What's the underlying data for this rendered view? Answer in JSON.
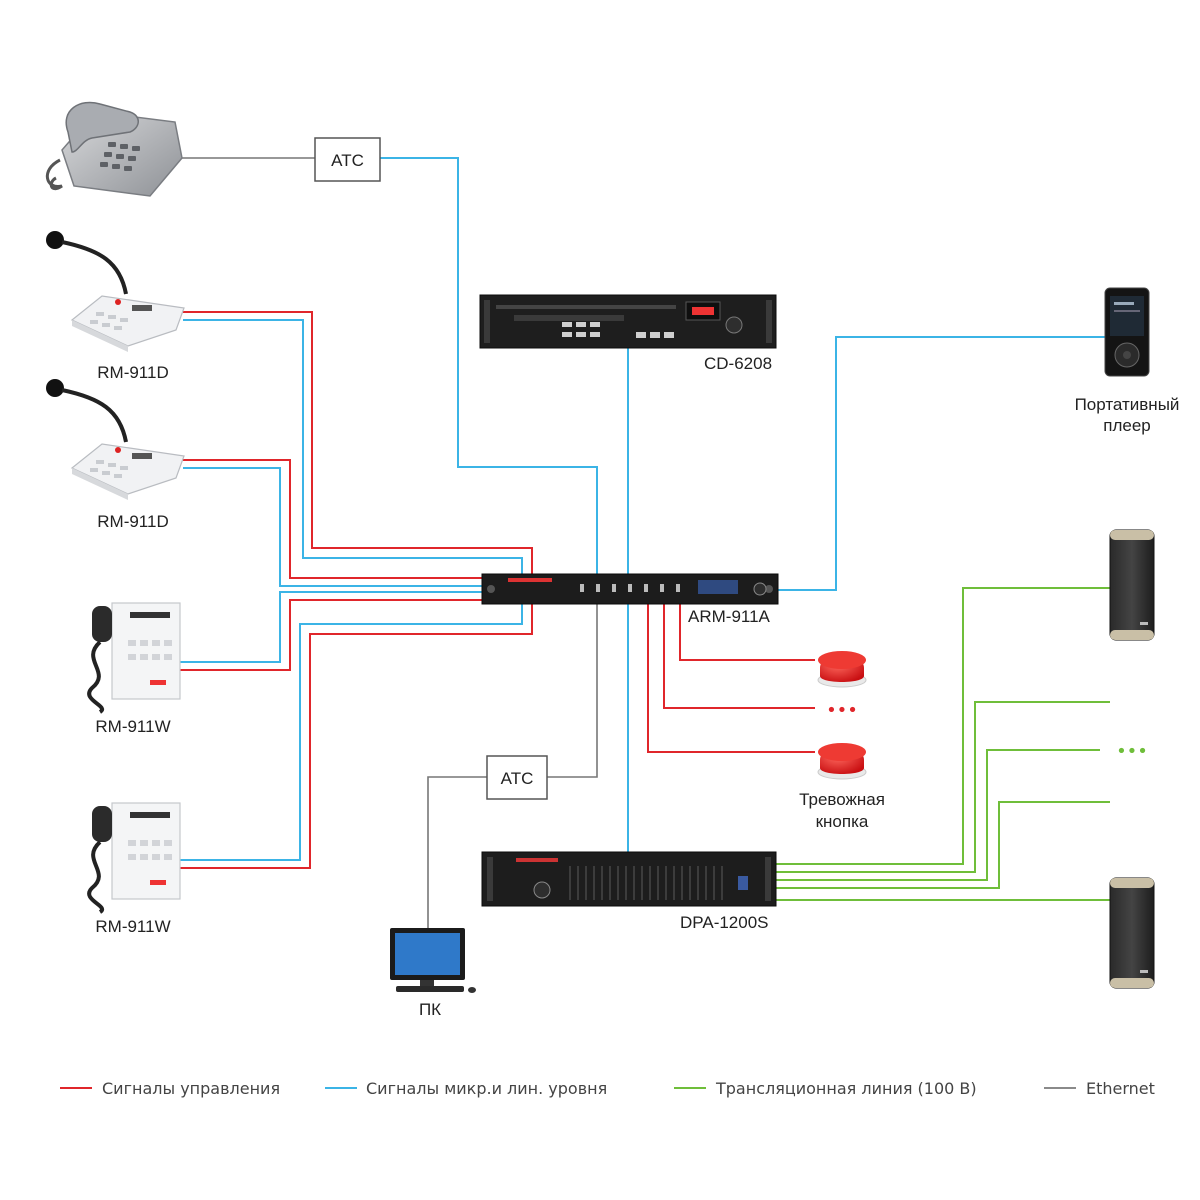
{
  "labels": {
    "ats_top": "ATC",
    "ats_bottom": "ATC",
    "rm911d_1": "RM-911D",
    "rm911d_2": "RM-911D",
    "rm911w_1": "RM-911W",
    "rm911w_2": "RM-911W",
    "cd6208": "CD-6208",
    "arm911a": "ARM-911A",
    "dpa1200s": "DPA-1200S",
    "player_line1": "Портативный",
    "player_line2": "плеер",
    "alarm_line1": "Тревожная",
    "alarm_line2": "кнопка",
    "pc": "ПК",
    "ellipsis": "•••"
  },
  "legend": [
    {
      "label": "Сигналы управления",
      "color": "#e0262b"
    },
    {
      "label": "Сигналы микр.и лин. уровня",
      "color": "#3bb4e6"
    },
    {
      "label": "Трансляционная линия (100 В)",
      "color": "#6fbe3a"
    },
    {
      "label": "Ethernet",
      "color": "#8a8a8a"
    }
  ]
}
